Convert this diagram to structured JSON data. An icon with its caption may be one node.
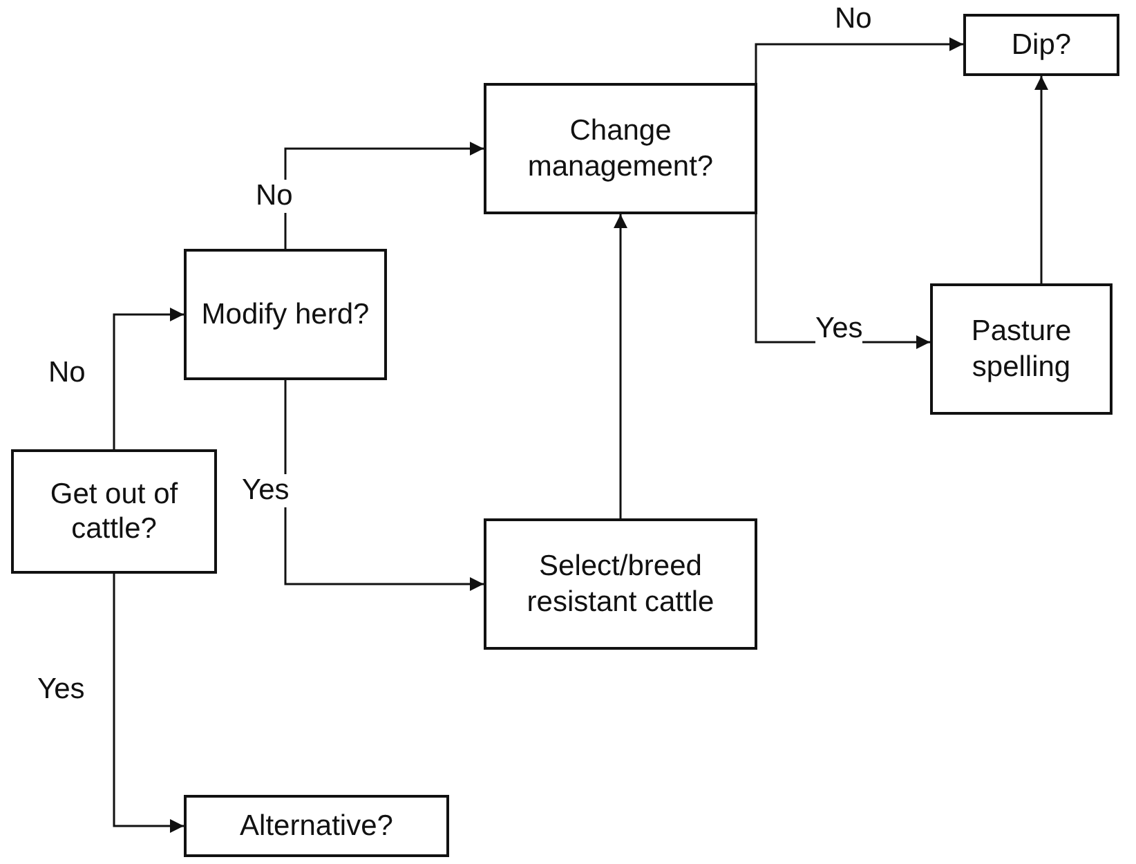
{
  "diagram": {
    "nodes": [
      {
        "text": [
          "Get out of cattle?"
        ]
      },
      {
        "text": [
          "Modify herd?"
        ]
      },
      {
        "text": [
          "Change management?"
        ]
      },
      {
        "text": [
          "Dip?"
        ]
      },
      {
        "text": [
          "Pasture spelling"
        ]
      },
      {
        "text": [
          "Select/breed resistant cattle"
        ]
      },
      {
        "text": [
          "Alternative?"
        ]
      }
    ],
    "edges": [
      {
        "from": 0,
        "to": 1,
        "arrow": "to",
        "label": "No"
      },
      {
        "from": 0,
        "to": 6,
        "arrow": "to",
        "label": "Yes"
      },
      {
        "from": 1,
        "to": 2,
        "arrow": "to",
        "label": "No"
      },
      {
        "from": 1,
        "to": 5,
        "arrow": "to",
        "label": "Yes"
      },
      {
        "from": 5,
        "to": 2,
        "arrow": "to"
      },
      {
        "from": 2,
        "to": 3,
        "arrow": "to",
        "label": "No"
      },
      {
        "from": 2,
        "to": 4,
        "arrow": "to",
        "label": "Yes"
      },
      {
        "from": 4,
        "to": 3,
        "arrow": "to"
      }
    ]
  }
}
